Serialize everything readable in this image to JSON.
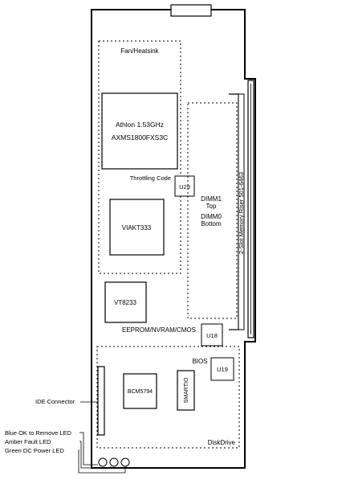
{
  "labels": {
    "fan_heatsink": "Fan/Heatsink",
    "cpu_line1": "Athlon  1.53GHz",
    "cpu_line2": "AXMS1800FXS3C",
    "throttling_code": "Throttling Code",
    "u29": "U29",
    "via_chip": "VIAKT333",
    "dimm1": "DIMM1",
    "dimm1_pos": "Top",
    "dimm0": "DIMM0",
    "dimm0_pos": "Bottom",
    "riser": "2-Slot Memory Riser 501-6463",
    "vt_chip": "VT8233",
    "eeprom": "EEPROM/NVRAM/CMOS",
    "u18": "U18",
    "bios": "BIOS",
    "u19": "U19",
    "bcm_chip": "BCM5794",
    "smartio": "SMARTIO",
    "diskdrive": "DiskDrive",
    "ide_connector": "IDE Connector",
    "led_blue": "Blue OK to Remove LED",
    "led_amber": "Amber Fault LED",
    "led_green": "Green DC Power LED"
  }
}
